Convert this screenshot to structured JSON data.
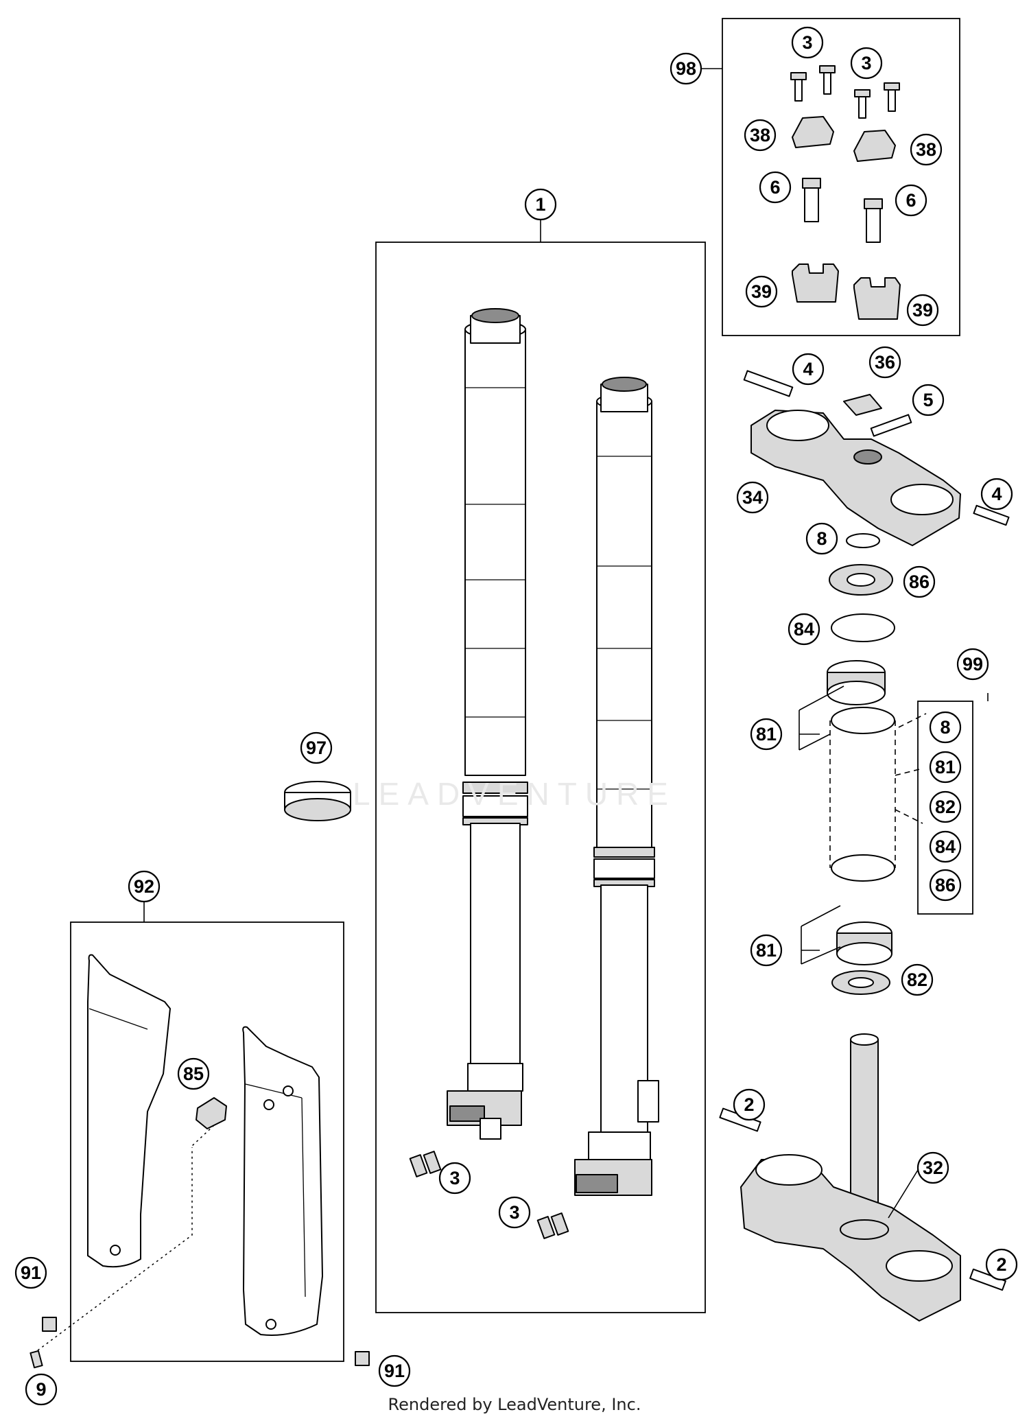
{
  "watermark": "LEADVENTURE",
  "footer": {
    "credit": "Rendered by LeadVenture, Inc."
  },
  "callouts": {
    "fork_assembly": "1",
    "fork_screws_left": "3",
    "fork_screws_right": "3",
    "kit_98": "98",
    "kit_98_screw_a": "3",
    "kit_98_screw_b": "3",
    "kit_98_clamp_a": "38",
    "kit_98_clamp_b": "38",
    "kit_98_bolt_a": "6",
    "kit_98_bolt_b": "6",
    "kit_98_riser_a": "39",
    "kit_98_riser_b": "39",
    "top_clamp_bolt_left": "4",
    "top_clamp_bolt_right": "4",
    "steering_nut": "36",
    "top_center_bolt": "5",
    "top_triple_clamp": "34",
    "o_ring": "8",
    "dust_seal": "86",
    "seal_ring": "84",
    "bearing_upper": "81",
    "bearing_lower": "81",
    "lower_seal": "82",
    "kit_99": "99",
    "kit_99_item_8": "8",
    "kit_99_item_81": "81",
    "kit_99_item_82": "82",
    "kit_99_item_84": "84",
    "kit_99_item_86": "86",
    "bottom_clamp_bolt_upper": "2",
    "bottom_clamp_bolt_lower": "2",
    "bottom_triple_clamp": "32",
    "adjuster_ring": "97",
    "fork_protector_set": "92",
    "clip": "85",
    "screw_left": "91",
    "screw_right": "91",
    "pin": "9"
  }
}
